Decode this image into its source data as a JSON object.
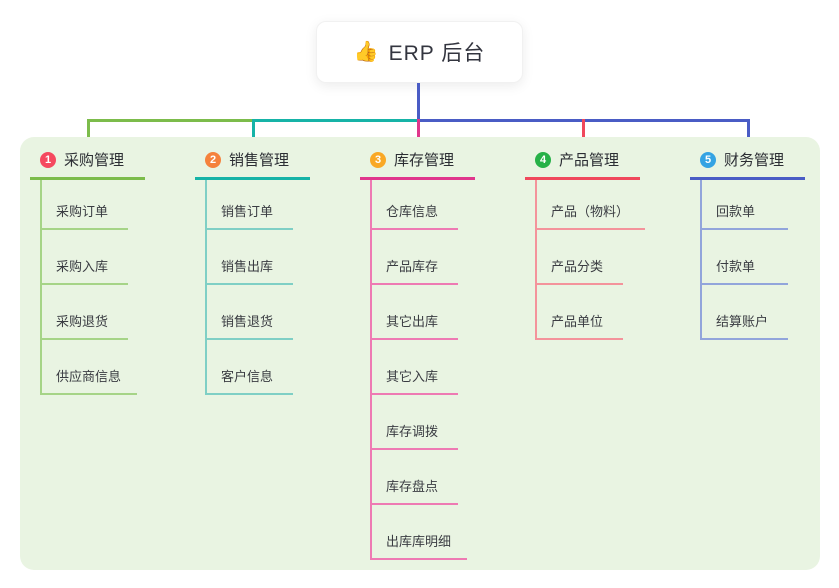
{
  "root": {
    "icon": "👍",
    "label": "ERP 后台"
  },
  "colors": {
    "page_bg": "#ffffff",
    "panel_bg": "#e9f4e2",
    "root_connector": "#4a5cc5",
    "text": "#333333"
  },
  "branches": [
    {
      "badge": "1",
      "label": "采购管理",
      "badge_color": "#f5495f",
      "line_color": "#7cbc4b",
      "child_line_color": "#a6d487",
      "children": [
        "采购订单",
        "采购入库",
        "采购退货",
        "供应商信息"
      ]
    },
    {
      "badge": "2",
      "label": "销售管理",
      "badge_color": "#f5823c",
      "line_color": "#16b3a7",
      "child_line_color": "#7fcfc5",
      "children": [
        "销售订单",
        "销售出库",
        "销售退货",
        "客户信息"
      ]
    },
    {
      "badge": "3",
      "label": "库存管理",
      "badge_color": "#f9a825",
      "line_color": "#e0368c",
      "child_line_color": "#ee7ab3",
      "children": [
        "仓库信息",
        "产品库存",
        "其它出库",
        "其它入库",
        "库存调拨",
        "库存盘点",
        "出库库明细"
      ]
    },
    {
      "badge": "4",
      "label": "产品管理",
      "badge_color": "#27b148",
      "line_color": "#f0485c",
      "child_line_color": "#f4939b",
      "children": [
        "产品（物料）",
        "产品分类",
        "产品单位"
      ]
    },
    {
      "badge": "5",
      "label": "财务管理",
      "badge_color": "#34a3e3",
      "line_color": "#4a5cc5",
      "child_line_color": "#92a5db",
      "children": [
        "回款单",
        "付款单",
        "结算账户"
      ]
    }
  ]
}
